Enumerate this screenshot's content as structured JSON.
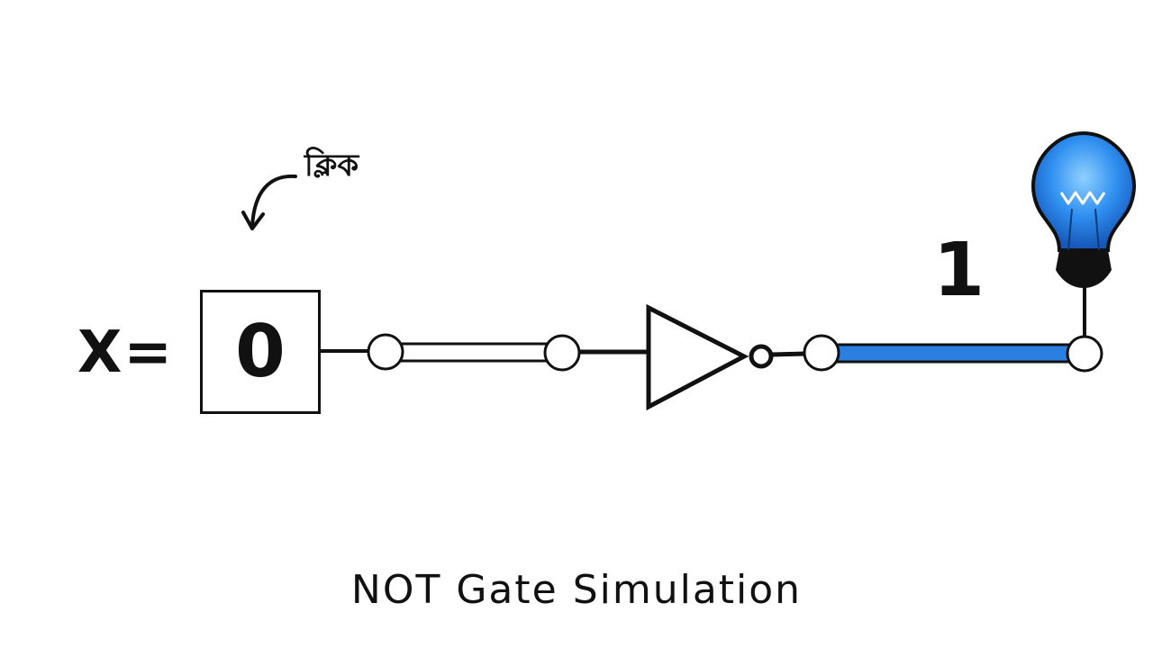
{
  "input": {
    "label": "X=",
    "value": "0"
  },
  "hint": {
    "text": "ক্লিক"
  },
  "output": {
    "value": "1"
  },
  "caption": {
    "text": "NOT Gate Simulation"
  },
  "colors": {
    "stroke": "#111111",
    "wire_inactive": "#ffffff",
    "wire_active": "#2b7fe0",
    "bulb_glass": "#2f8ff0",
    "bulb_base": "#111111"
  },
  "icons": {
    "arrow": "curved-arrow-down",
    "gate": "not-gate",
    "bulb": "light-bulb"
  }
}
